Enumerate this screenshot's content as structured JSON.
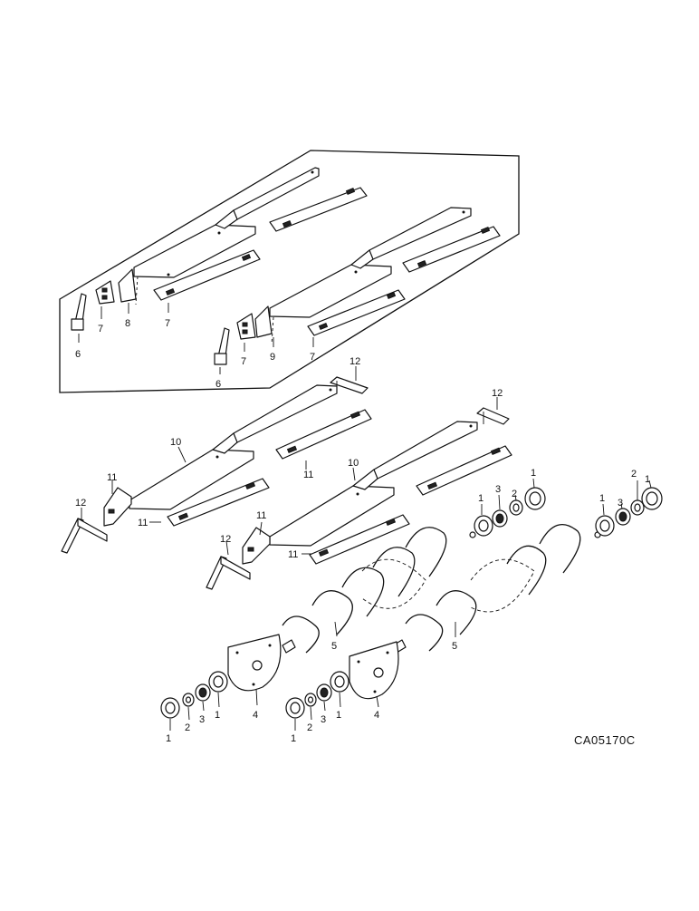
{
  "drawing": {
    "reference_code": "CA05170C"
  },
  "callouts": {
    "inset": {
      "n6a": "6",
      "n7a": "7",
      "n8": "8",
      "n7b": "7",
      "n6b": "6",
      "n7c": "7",
      "n9": "9",
      "n7d": "7"
    },
    "troughs": {
      "n12a": "12",
      "n12b": "12",
      "n10a": "10",
      "n11a": "11",
      "n11b": "11",
      "n12c": "12",
      "n11c": "11",
      "n10b": "10",
      "n11d": "11",
      "n11e": "11",
      "n12d": "12"
    },
    "augers": {
      "n1a": "1",
      "n3a": "3",
      "n2a": "2",
      "n1b": "1",
      "n1c": "1",
      "n3b": "3",
      "n2b": "2",
      "n1d": "1",
      "n5a": "5",
      "n5b": "5"
    },
    "end_bearings": {
      "n1e": "1",
      "n2c": "2",
      "n3c": "3",
      "n1f": "1",
      "n4a": "4",
      "n1g": "1",
      "n2d": "2",
      "n3d": "3",
      "n1h": "1",
      "n4b": "4"
    }
  }
}
